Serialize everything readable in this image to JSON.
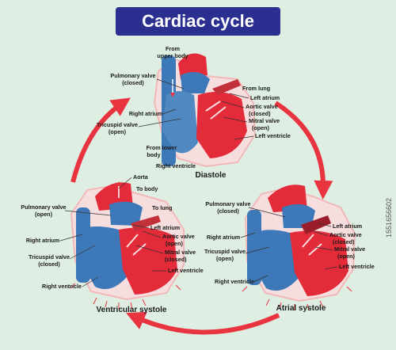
{
  "title": "Cardiac cycle",
  "colors": {
    "background": "#dfeee3",
    "title_bg": "#2b2f8f",
    "arrow": "#e8343f",
    "oxygenated": "#e32b3a",
    "deoxygenated": "#3d78b8"
  },
  "diastole": {
    "caption": "Diastole",
    "labels": {
      "from_upper_body": [
        "From",
        "upper body"
      ],
      "pulmonary_valve": [
        "Pulmonary valve",
        "(closed)"
      ],
      "right_atrium": "Right atrium",
      "tricuspid_valve": [
        "Tricuspid valve",
        "(open)"
      ],
      "from_lower_body": [
        "From lower",
        "body"
      ],
      "right_ventricle": "Right ventricle",
      "from_lung": "From lung",
      "left_atrium": "Left atrium",
      "aortic_valve": [
        "Aortic valve",
        "(closed)"
      ],
      "mitral_valve": [
        "Mitral valve",
        "(open)"
      ],
      "left_ventricle": "Left ventricle"
    }
  },
  "ventricular_systole": {
    "caption": "Ventricular systole",
    "labels": {
      "aorta": "Aorta",
      "to_body": "To body",
      "pulmonary_valve": [
        "Pulmonary valve",
        "(open)"
      ],
      "to_lung": "To lung",
      "right_atrium": "Right atrium",
      "left_atrium": "Left atrium",
      "aortic_valve": [
        "Aortic valve",
        "(open)"
      ],
      "tricuspid_valve": [
        "Tricuspid valve",
        "(closed)"
      ],
      "mitral_valve": [
        "Mitral valve",
        "(closed)"
      ],
      "left_ventricle": "Left ventricle",
      "right_ventricle": "Right ventricle"
    }
  },
  "atrial_systole": {
    "caption": "Atrial systole",
    "labels": {
      "pulmonary_valve": [
        "Pulmonary valve",
        "(closed)"
      ],
      "right_atrium": "Right atrium",
      "tricuspid_valve": [
        "Tricuspid valve",
        "(open)"
      ],
      "right_ventricle": "Right ventricle",
      "left_atrium": "Left atrium",
      "aortic_valve": [
        "Aortic valve",
        "(closed)"
      ],
      "mitral_valve": [
        "Mitral valve",
        "(open)"
      ],
      "left_ventricle": "Left ventricle"
    }
  },
  "watermark": "1551656602"
}
